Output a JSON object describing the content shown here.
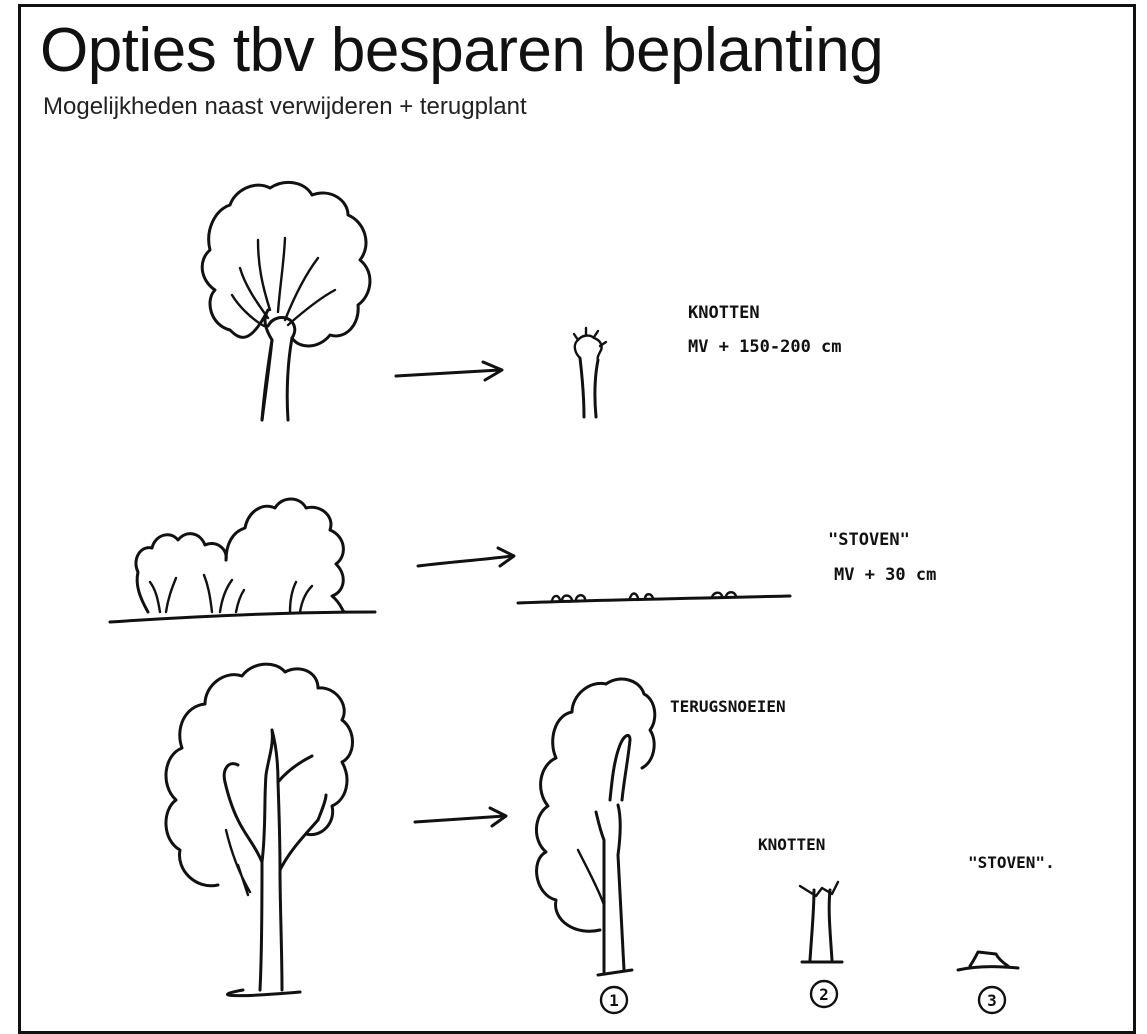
{
  "header": {
    "title": "Opties tbv besparen beplanting",
    "subtitle": "Mogelijkheden naast verwijderen + terugplant"
  },
  "rows": [
    {
      "id": "knotten",
      "label_line1": "KNOTTEN",
      "label_line2": "MV + 150-200 cm"
    },
    {
      "id": "stoven",
      "label_line1": "\"STOVEN\"",
      "label_line2": "MV + 30 cm"
    },
    {
      "id": "terugsnoeien",
      "label": "TERUGSNOEIEN",
      "options": [
        {
          "label": "KNOTTEN",
          "number": "2"
        },
        {
          "label": "\"STOVEN\".",
          "number": "3"
        }
      ],
      "first_number": "1"
    }
  ],
  "colors": {
    "ink": "#111111",
    "background": "#ffffff"
  }
}
